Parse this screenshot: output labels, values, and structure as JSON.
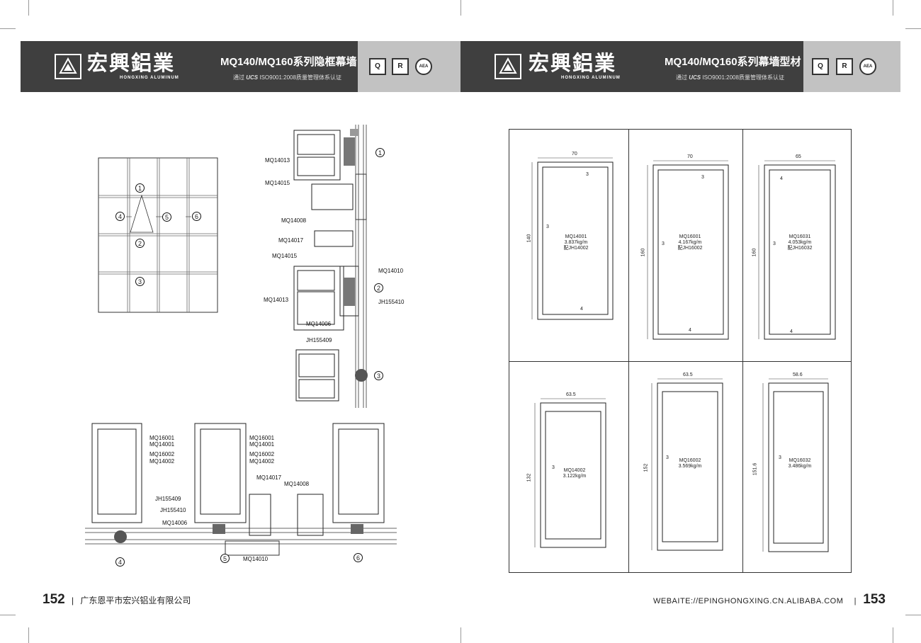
{
  "brand": {
    "name_cn": "宏興鋁業",
    "name_en": "HONGXING ALUMINUM",
    "logo_text": "HONGXING"
  },
  "header_left": {
    "title": "MQ140/MQ160系列隐框幕墙",
    "subtitle_prefix": "通过",
    "subtitle_mark": "UCS",
    "subtitle_rest": "ISO9001:2008质量管理体系认证"
  },
  "header_right": {
    "title": "MQ140/MQ160系列幕墙型材",
    "subtitle_prefix": "通过",
    "subtitle_mark": "UCS",
    "subtitle_rest": "ISO9001:2008质量管理体系认证"
  },
  "certs": [
    "Q",
    "R",
    "AEA"
  ],
  "footer_left": {
    "page": "152",
    "separator": "|",
    "company": "广东恩平市宏兴铝业有限公司"
  },
  "footer_right": {
    "website": "WEBAITE://EPINGHONGXING.CN.ALIBABA.COM",
    "separator": "|",
    "page": "153"
  },
  "elevation": {
    "markers": [
      "1",
      "2",
      "3",
      "4",
      "5",
      "6"
    ]
  },
  "vertical_section": {
    "labels": [
      "MQ14013",
      "MQ14015",
      "MQ14008",
      "MQ14017",
      "MQ14015",
      "MQ14010",
      "MQ14013",
      "JH155410",
      "MQ14006",
      "JH155409"
    ],
    "markers": [
      "1",
      "2",
      "3"
    ]
  },
  "horizontal_section": {
    "labels_a": [
      "MQ16001",
      "MQ14001",
      "MQ16002",
      "MQ14002"
    ],
    "labels_b": [
      "MQ16001",
      "MQ14001",
      "MQ16002",
      "MQ14002"
    ],
    "labels_c": [
      "JH155409",
      "JH155410",
      "MQ14006"
    ],
    "labels_d": [
      "MQ14017",
      "MQ14008",
      "MQ14010"
    ],
    "markers": [
      "4",
      "5",
      "6"
    ]
  },
  "profiles": [
    {
      "width": "70",
      "height": "140",
      "wall": "3",
      "top": "3",
      "bottom": "4",
      "code": "MQ14001",
      "weight": "3.837kg/m",
      "match": "配JH14002"
    },
    {
      "width": "70",
      "height": "160",
      "wall": "3",
      "top": "3",
      "bottom": "4",
      "code": "MQ16001",
      "weight": "4.167kg/m",
      "match": "配JH16002"
    },
    {
      "width": "65",
      "height": "160",
      "wall": "3",
      "top": "4",
      "bottom": "4",
      "code": "MQ16031",
      "weight": "4.053kg/m",
      "match": "配JH16032"
    },
    {
      "width": "63.5",
      "height": "132",
      "wall": "3",
      "code": "MQ14002",
      "weight": "3.122kg/m"
    },
    {
      "width": "63.5",
      "height": "152",
      "wall": "3",
      "code": "MQ16002",
      "weight": "3.569kg/m"
    },
    {
      "width": "58.6",
      "height": "151.6",
      "wall": "3",
      "code": "MQ16032",
      "weight": "3.486kg/m"
    }
  ]
}
